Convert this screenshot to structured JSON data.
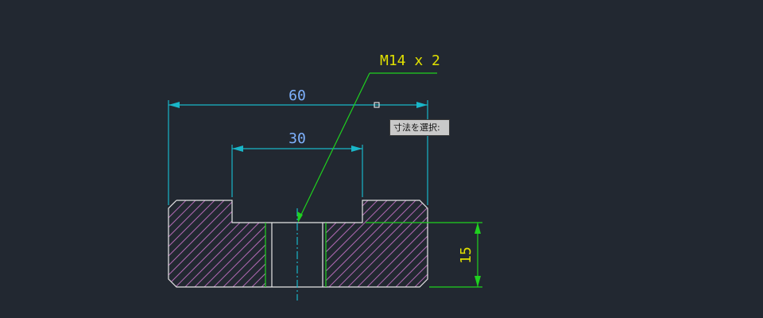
{
  "drawing": {
    "background_color": "#222831",
    "dimensions": {
      "overall_width": "60",
      "slot_width": "30",
      "thickness": "15",
      "thread_callout": "M14 x 2"
    },
    "colors": {
      "outline": "#e6e6e6",
      "hatch": "#b06ab3",
      "dimension_line": "#19b6c8",
      "dimension_text": "#7fb2ff",
      "leader": "#1fd11f",
      "callout_text": "#e0e000",
      "center_line": "#19b6c8"
    }
  },
  "tooltip": {
    "label": "寸法を選択:"
  },
  "grip": {
    "icon": "grip-square-icon"
  }
}
